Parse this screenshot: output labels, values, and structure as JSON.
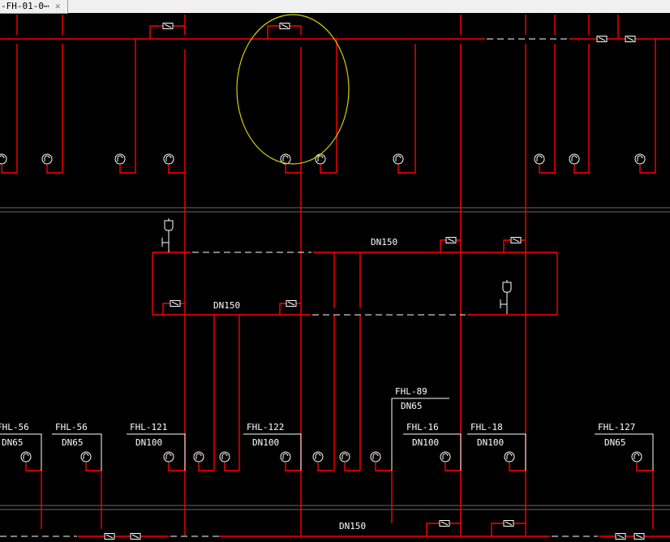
{
  "tab": {
    "title": "-FH-01-0⋯",
    "close_icon": "close-icon"
  },
  "drawing": {
    "main_pipe_labels": [
      "DN150",
      "DN150",
      "DN150"
    ],
    "hydrant_labels": [
      {
        "id": "FHL-56",
        "size": "DN65"
      },
      {
        "id": "FHL-56",
        "size": "DN65"
      },
      {
        "id": "FHL-121",
        "size": "DN100"
      },
      {
        "id": "FHL-122",
        "size": "DN100"
      },
      {
        "id": "FHL-89",
        "size": "DN65"
      },
      {
        "id": "FHL-16",
        "size": "DN100"
      },
      {
        "id": "FHL-18",
        "size": "DN100"
      },
      {
        "id": "FHL-127",
        "size": "DN65"
      }
    ],
    "colors": {
      "pipe": "#ff0000",
      "symbol": "#ffffff",
      "grid": "#808080",
      "highlight": "#d4d400"
    }
  }
}
